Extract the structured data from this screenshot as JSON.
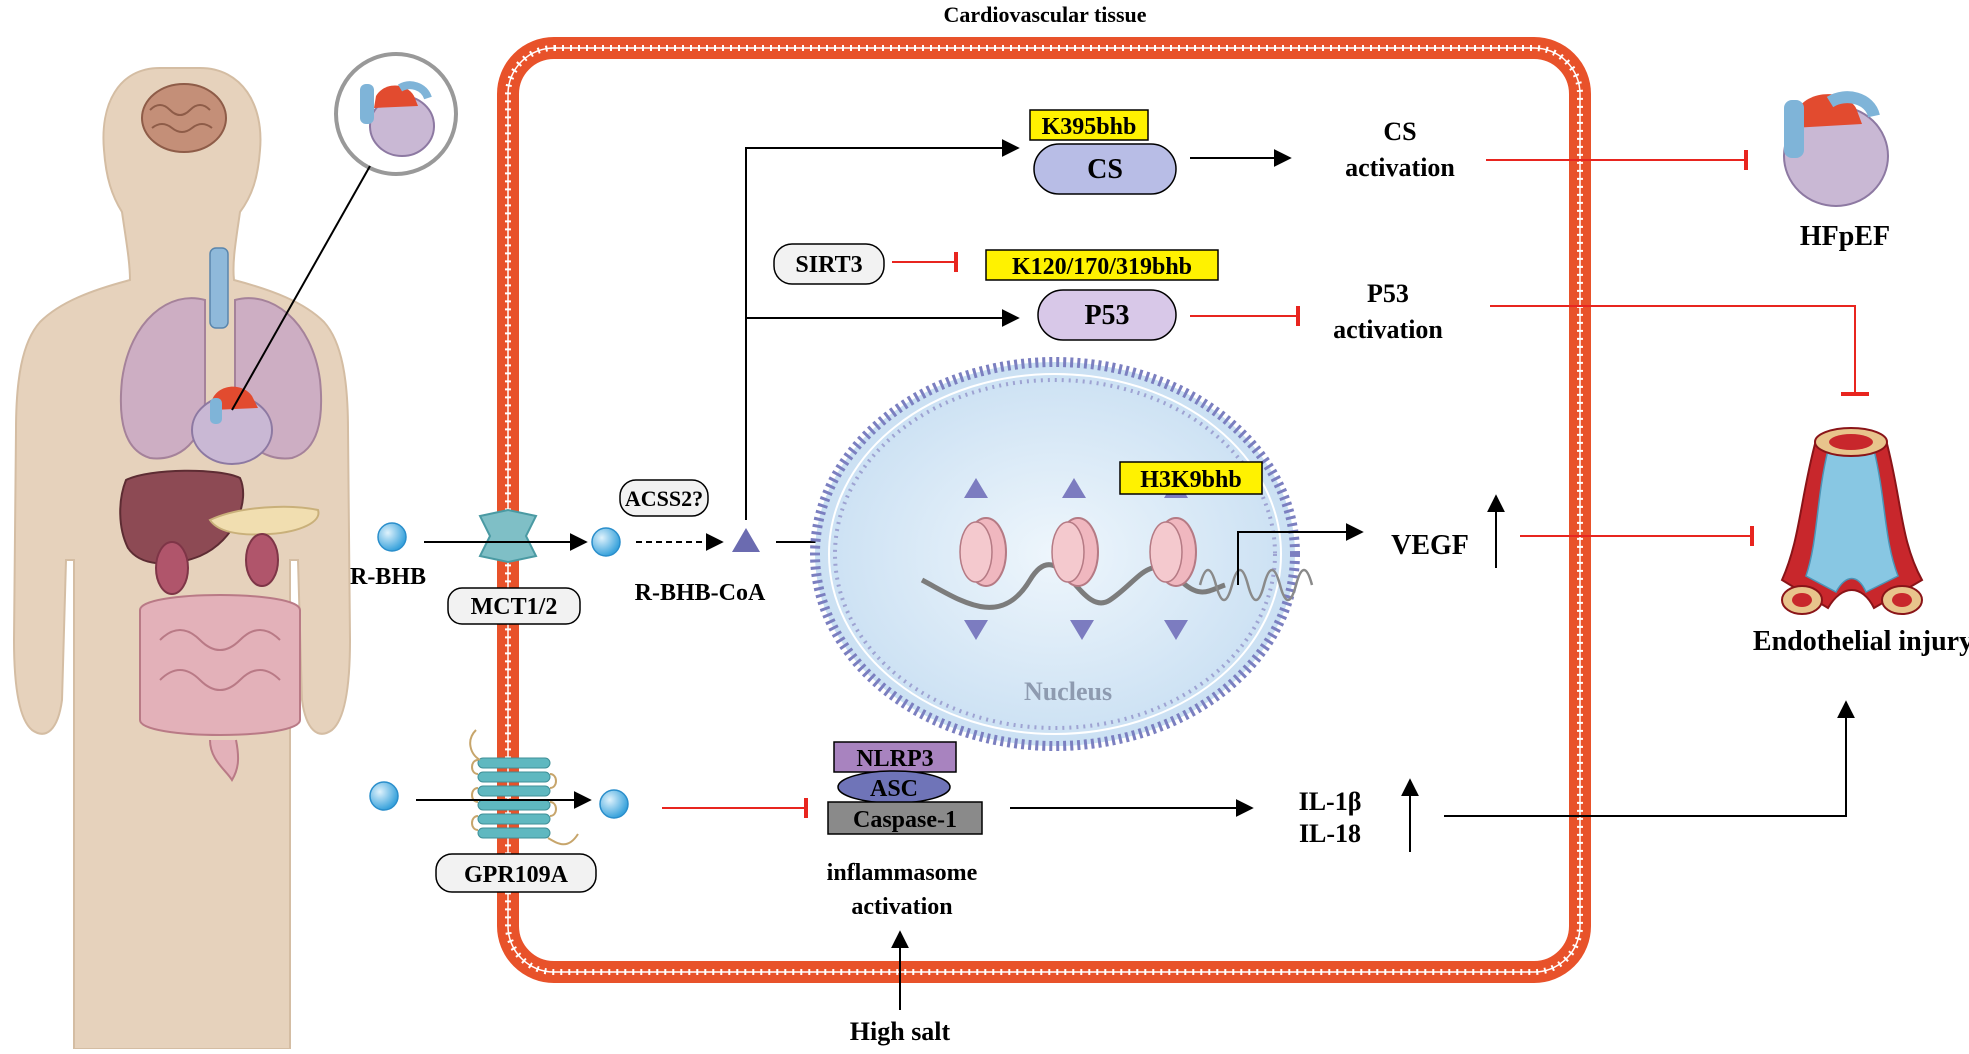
{
  "title": "Cardiovascular tissue",
  "ligand": "R-BHB",
  "transporter": "MCT1/2",
  "receptor": "GPR109A",
  "enzyme": "ACSS2?",
  "metabolite": "R-BHB-CoA",
  "sirt3": "SIRT3",
  "cs": {
    "mark": "K395bhb",
    "protein": "CS",
    "activation_line1": "CS",
    "activation_line2": "activation"
  },
  "p53": {
    "mark": "K120/170/319bhb",
    "protein": "P53",
    "activation_line1": "P53",
    "activation_line2": "activation"
  },
  "histone_mark": "H3K9bhb",
  "nucleus": "Nucleus",
  "vegf": "VEGF",
  "inflammasome": {
    "nlrp3": "NLRP3",
    "asc": "ASC",
    "caspase": "Caspase-1",
    "caption_line1": "inflammasome",
    "caption_line2": "activation"
  },
  "cytokines": {
    "il1b": "IL-1β",
    "il18": "IL-18"
  },
  "trigger": "High salt",
  "outcomes": {
    "hfpef": "HFpEF",
    "endothelial": "Endothelial injury"
  },
  "colors": {
    "membrane": "#e8522a",
    "inhibit": "#e8251f",
    "arrow": "#000000",
    "highlight": "#fff200",
    "protein_cs": "#b8bde6",
    "protein_p53": "#d8c8e8",
    "nucleus_fill": "#d6e9f8",
    "nucleus_border": "#7b7fc0",
    "nlrp3": "#a883bf",
    "asc": "#6f74b8",
    "caspase": "#8a8a8a",
    "molecule": "#5fb6e6",
    "body": "#e6d2bc"
  }
}
